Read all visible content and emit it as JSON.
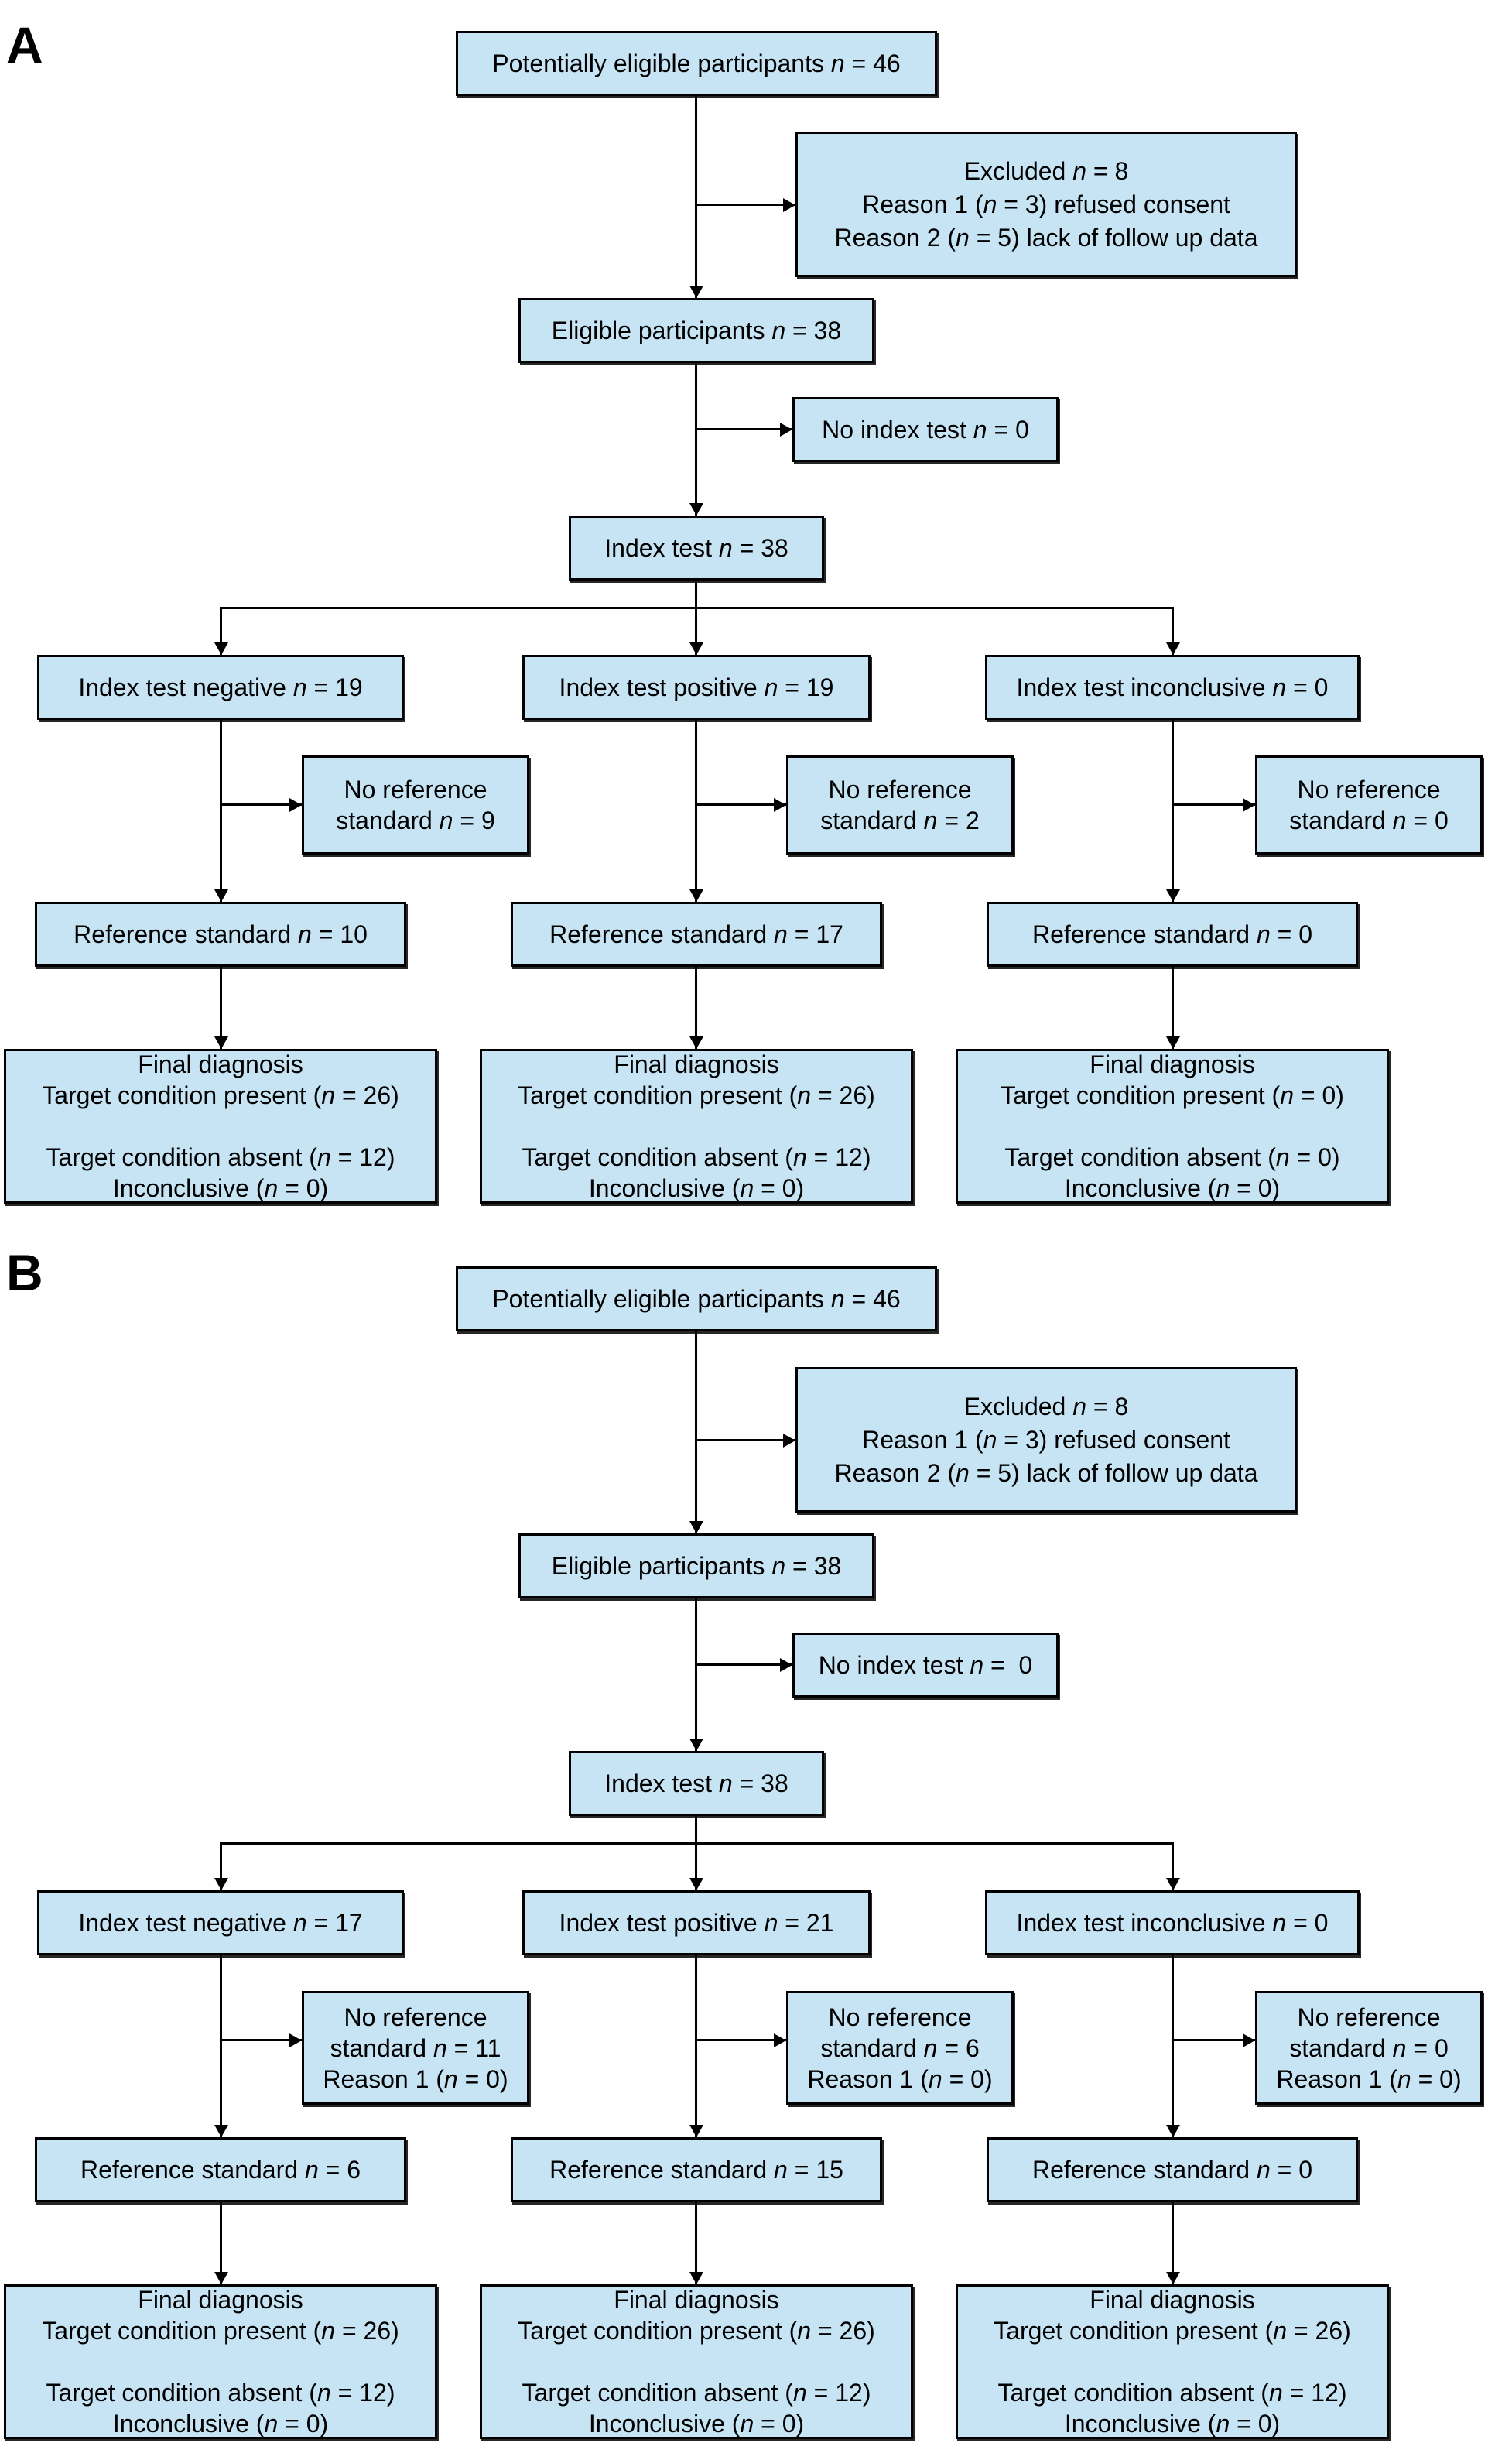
{
  "figure": {
    "background": "#ffffff",
    "box_fill": "#c7e4f4",
    "box_border": "#000000",
    "line_color": "#000000"
  },
  "panels": [
    {
      "label": "A",
      "potentially_eligible": "Potentially eligible participants n = 46",
      "excluded": {
        "lines": [
          "Excluded n = 8",
          "Reason 1 (n = 3) refused consent",
          "Reason 2 (n = 5) lack of follow up data"
        ]
      },
      "eligible": "Eligible participants n = 38",
      "no_index_test": "No index test n = 0",
      "index_test": "Index test n = 38",
      "index_negative": "Index test negative n = 19",
      "index_positive": "Index test positive n = 19",
      "index_inconclusive": "Index test inconclusive n = 0",
      "no_ref_negative": {
        "lines": [
          "No reference",
          "standard n = 9"
        ]
      },
      "no_ref_positive": {
        "lines": [
          "No reference",
          "standard n = 2"
        ]
      },
      "no_ref_inconclusive": {
        "lines": [
          "No reference",
          "standard n = 0"
        ]
      },
      "ref_negative": "Reference standard n = 10",
      "ref_positive": "Reference standard n = 17",
      "ref_inconclusive": "Reference standard n = 0",
      "final_negative": {
        "lines": [
          "Final diagnosis",
          "Target condition present (n = 26)",
          "",
          "Target condition absent (n = 12)",
          "Inconclusive (n = 0)"
        ]
      },
      "final_positive": {
        "lines": [
          "Final diagnosis",
          "Target condition present (n = 26)",
          "",
          "Target condition absent (n = 12)",
          "Inconclusive (n = 0)"
        ]
      },
      "final_inconclusive": {
        "lines": [
          "Final diagnosis",
          "Target condition present (n = 0)",
          "",
          "Target condition absent (n = 0)",
          "Inconclusive (n = 0)"
        ]
      }
    },
    {
      "label": "B",
      "potentially_eligible": "Potentially eligible participants n = 46",
      "excluded": {
        "lines": [
          "Excluded n = 8",
          "Reason 1 (n = 3) refused consent",
          "Reason 2 (n = 5) lack of follow up data"
        ]
      },
      "eligible": "Eligible participants n = 38",
      "no_index_test": "No index test n =  0",
      "index_test": "Index test n = 38",
      "index_negative": "Index test negative n = 17",
      "index_positive": "Index test positive n = 21",
      "index_inconclusive": "Index test inconclusive n = 0",
      "no_ref_negative": {
        "lines": [
          "No reference",
          "standard n = 11",
          "Reason 1 (n = 0)"
        ]
      },
      "no_ref_positive": {
        "lines": [
          "No reference",
          "standard n = 6",
          "Reason 1 (n = 0)"
        ]
      },
      "no_ref_inconclusive": {
        "lines": [
          "No reference",
          "standard n = 0",
          "Reason 1 (n = 0)"
        ]
      },
      "ref_negative": "Reference standard n = 6",
      "ref_positive": "Reference standard n = 15",
      "ref_inconclusive": "Reference standard n = 0",
      "final_negative": {
        "lines": [
          "Final diagnosis",
          "Target condition present (n = 26)",
          "",
          "Target condition absent (n = 12)",
          "Inconclusive (n = 0)"
        ]
      },
      "final_positive": {
        "lines": [
          "Final diagnosis",
          "Target condition present (n = 26)",
          "",
          "Target condition absent (n = 12)",
          "Inconclusive (n = 0)"
        ]
      },
      "final_inconclusive": {
        "lines": [
          "Final diagnosis",
          "Target condition present (n = 26)",
          "",
          "Target condition absent (n = 12)",
          "Inconclusive (n = 0)"
        ]
      }
    }
  ]
}
